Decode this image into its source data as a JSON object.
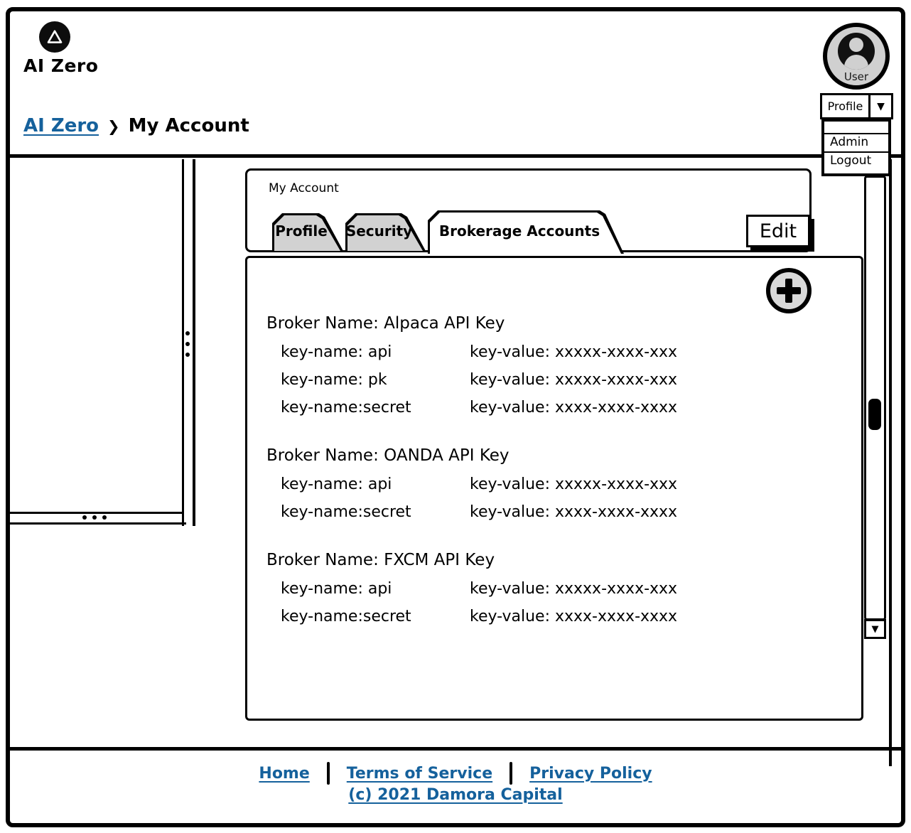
{
  "brand": {
    "name": "AI Zero",
    "logo_shape": "triangle-in-circle"
  },
  "breadcrumb": {
    "link": "AI Zero",
    "separator": "❯",
    "current": "My Account"
  },
  "user_menu": {
    "avatar_label": "User",
    "selected": "Profile",
    "items": [
      {
        "label": "Admin"
      },
      {
        "label": "Logout"
      }
    ]
  },
  "icons": {
    "dropdown_arrow": "▼",
    "scroll_down_arrow": "▼"
  },
  "panel": {
    "title": "My Account",
    "tabs": [
      {
        "label": "Profile",
        "active": false
      },
      {
        "label": "Security",
        "active": false
      },
      {
        "label": "Brokerage Accounts",
        "active": true
      }
    ],
    "edit_label": "Edit"
  },
  "brokers": [
    {
      "title": "Broker Name: Alpaca API Key",
      "keys": [
        {
          "name": "key-name: api",
          "value": "key-value: xxxxx-xxxx-xxx"
        },
        {
          "name": "key-name: pk",
          "value": "key-value: xxxxx-xxxx-xxx"
        },
        {
          "name": "key-name:secret",
          "value": "key-value: xxxx-xxxx-xxxx"
        }
      ]
    },
    {
      "title": "Broker Name: OANDA API Key",
      "keys": [
        {
          "name": "key-name: api",
          "value": "key-value: xxxxx-xxxx-xxx"
        },
        {
          "name": "key-name:secret",
          "value": "key-value: xxxx-xxxx-xxxx"
        }
      ]
    },
    {
      "title": "Broker Name: FXCM API Key",
      "keys": [
        {
          "name": "key-name: api",
          "value": "key-value: xxxxx-xxxx-xxx"
        },
        {
          "name": "key-name:secret",
          "value": "key-value: xxxx-xxxx-xxxx"
        }
      ]
    }
  ],
  "footer": {
    "links": [
      "Home",
      "Terms of Service",
      "Privacy Policy"
    ],
    "copyright": "(c) 2021 Damora Capital"
  },
  "colors": {
    "link_blue": "#15619c",
    "inactive_tab_gray": "#d2d2d2",
    "avatar_gray": "#d0d0d0"
  }
}
